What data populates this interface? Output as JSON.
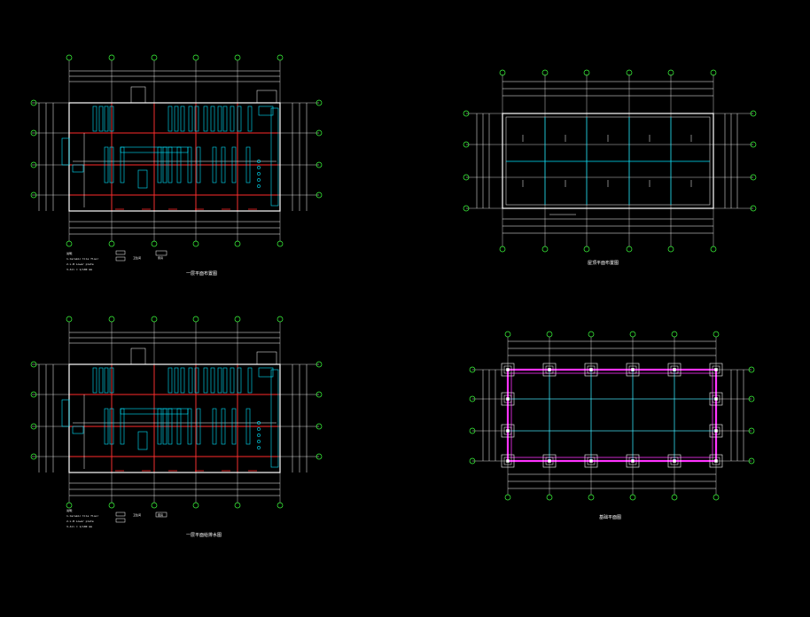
{
  "window": {
    "title": ""
  },
  "colors": {
    "background": "#000000",
    "dim_lines": "#ffffff",
    "grid_axis": "#ff2a2a",
    "grid_bubble": "#3cff3c",
    "cyan_elements": "#00e5ff",
    "beam_outline": "#ff33ff"
  },
  "drawings": [
    {
      "id": "plan-1",
      "title": "一层平面布置图",
      "notes": [
        "说明：",
        "1.Ceramic  tile  floor",
        "2.L.B  Lower  plate",
        "3.All  = 1/100 mm"
      ],
      "legend_labels": [
        "卫生间",
        "家具"
      ]
    },
    {
      "id": "plan-2",
      "title": "一层平面给排水图",
      "notes": [
        "说明：",
        "1.Ceramic  tile  floor",
        "2.L.B  Lower  plate",
        "3.All  = 1/100 mm"
      ],
      "legend_labels": [
        "卫生间",
        "家具"
      ]
    },
    {
      "id": "roof-plan",
      "title": "屋顶平面布置图",
      "notes": []
    },
    {
      "id": "foundation-plan",
      "title": "基础平面图",
      "notes": []
    }
  ],
  "icons": [
    "grid-bubble-icon",
    "column-icon",
    "fixture-icon"
  ]
}
